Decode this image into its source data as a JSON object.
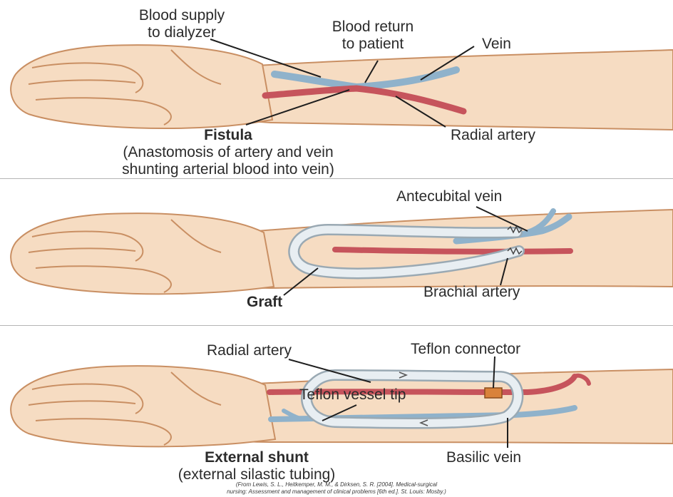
{
  "panels": {
    "fistula": {
      "labels": {
        "blood_supply_line1": "Blood supply",
        "blood_supply_line2": "to dialyzer",
        "blood_return_line1": "Blood return",
        "blood_return_line2": "to patient",
        "vein": "Vein",
        "radial_artery": "Radial artery"
      },
      "caption_title": "Fistula",
      "caption_line1": "(Anastomosis of artery and vein",
      "caption_line2": "shunting arterial blood into vein)"
    },
    "graft": {
      "labels": {
        "antecubital_vein": "Antecubital vein",
        "brachial_artery": "Brachial artery"
      },
      "caption_title": "Graft"
    },
    "external_shunt": {
      "labels": {
        "radial_artery": "Radial artery",
        "teflon_connector": "Teflon connector",
        "teflon_vessel_tip": "Teflon vessel tip",
        "basilic_vein": "Basilic vein"
      },
      "caption_title": "External shunt",
      "caption_line1": "(external silastic tubing)"
    }
  },
  "credit_line1": "(From Lewis, S. L., Heitkemper, M. M., & Dirksen, S. R. [2004]. Medical-surgical",
  "credit_line2": "nursing: Assessment and management of clinical problems [6th ed.]. St. Louis: Mosby.)",
  "colors": {
    "skin": "#f6dcc2",
    "skin_outline": "#c98f63",
    "vein": "#8fb2cb",
    "artery": "#c6545c",
    "tubing": "#dfe8ee",
    "connector": "#d9823a",
    "leader": "#1e1e1e"
  }
}
